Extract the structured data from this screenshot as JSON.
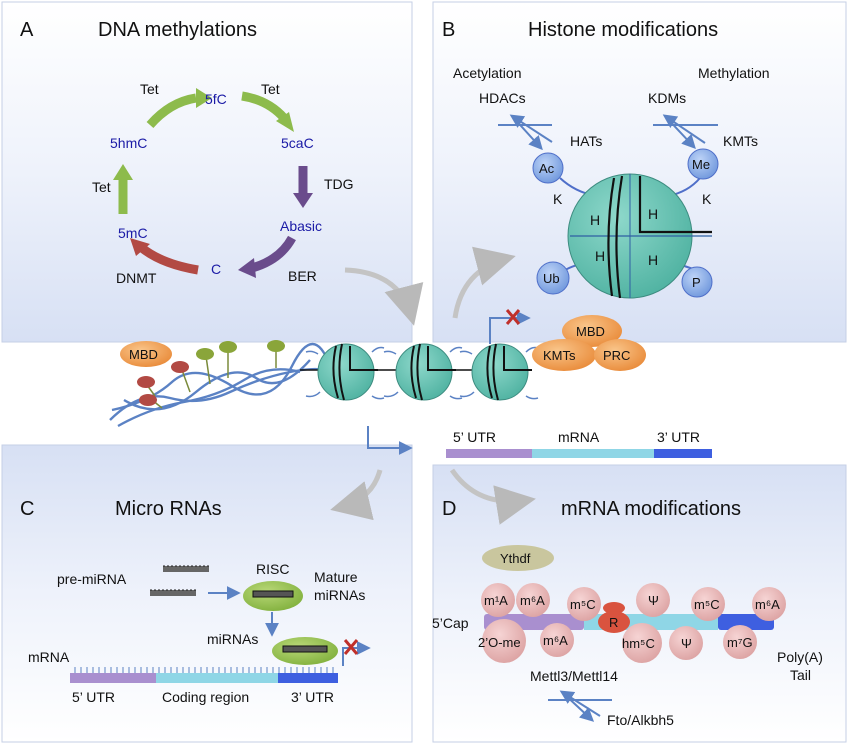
{
  "panel_a": {
    "letter": "A",
    "title": "DNA methylations",
    "nodes": {
      "fc": "5fC",
      "cac": "5caC",
      "abasic": "Abasic",
      "c": "C",
      "mc": "5mC",
      "hmc": "5hmC"
    },
    "enzymes": {
      "tet_top_left": "Tet",
      "tet_top_right": "Tet",
      "tdg": "TDG",
      "ber": "BER",
      "dnmt": "DNMT",
      "tet_left": "Tet"
    }
  },
  "panel_b": {
    "letter": "B",
    "title": "Histone modifications",
    "acetylation": "Acetylation",
    "hdacs": "HDACs",
    "hats": "HATs",
    "methylation": "Methylation",
    "kdms": "KDMs",
    "kmts": "KMTs",
    "ac": "Ac",
    "me": "Me",
    "ub": "Ub",
    "p": "P",
    "k_left": "K",
    "k_right": "K",
    "h": "H"
  },
  "center": {
    "mbd_left": "MBD",
    "mbd_right": "MBD",
    "kmts": "KMTs",
    "prc": "PRC",
    "utr5": "5’ UTR",
    "mrna": "mRNA",
    "utr3": "3’ UTR"
  },
  "panel_c": {
    "letter": "C",
    "title": "Micro RNAs",
    "pre_mirna": "pre-miRNA",
    "risc": "RISC",
    "mature_1": "Mature",
    "mature_2": "miRNAs",
    "mirnas": "miRNAs",
    "mrna": "mRNA",
    "utr5": "5’ UTR",
    "coding": "Coding region",
    "utr3": "3’ UTR"
  },
  "panel_d": {
    "letter": "D",
    "title": "mRNA modifications",
    "ythdf": "Ythdf",
    "cap": "5’Cap",
    "polya_1": "Poly(A)",
    "polya_2": "Tail",
    "mods_top": [
      "m¹A",
      "m⁶A",
      "m⁵C",
      "Ψ",
      "m⁵C",
      "m⁶A"
    ],
    "mods_bottom": [
      "2’O-me",
      "m⁶A",
      "hm⁵C",
      "Ψ",
      "m⁷G"
    ],
    "r": "R",
    "writers": "Mettl3/Mettl14",
    "erasers": "Fto/Alkbh5"
  },
  "colors": {
    "panel_bg": "#e9eef9",
    "histone": "#6cc4b4",
    "orange": "#f2a45a",
    "blue_circle": "#8fb3ec",
    "arrow_blue": "#5b82c4",
    "pink": "#e8b4b4"
  }
}
